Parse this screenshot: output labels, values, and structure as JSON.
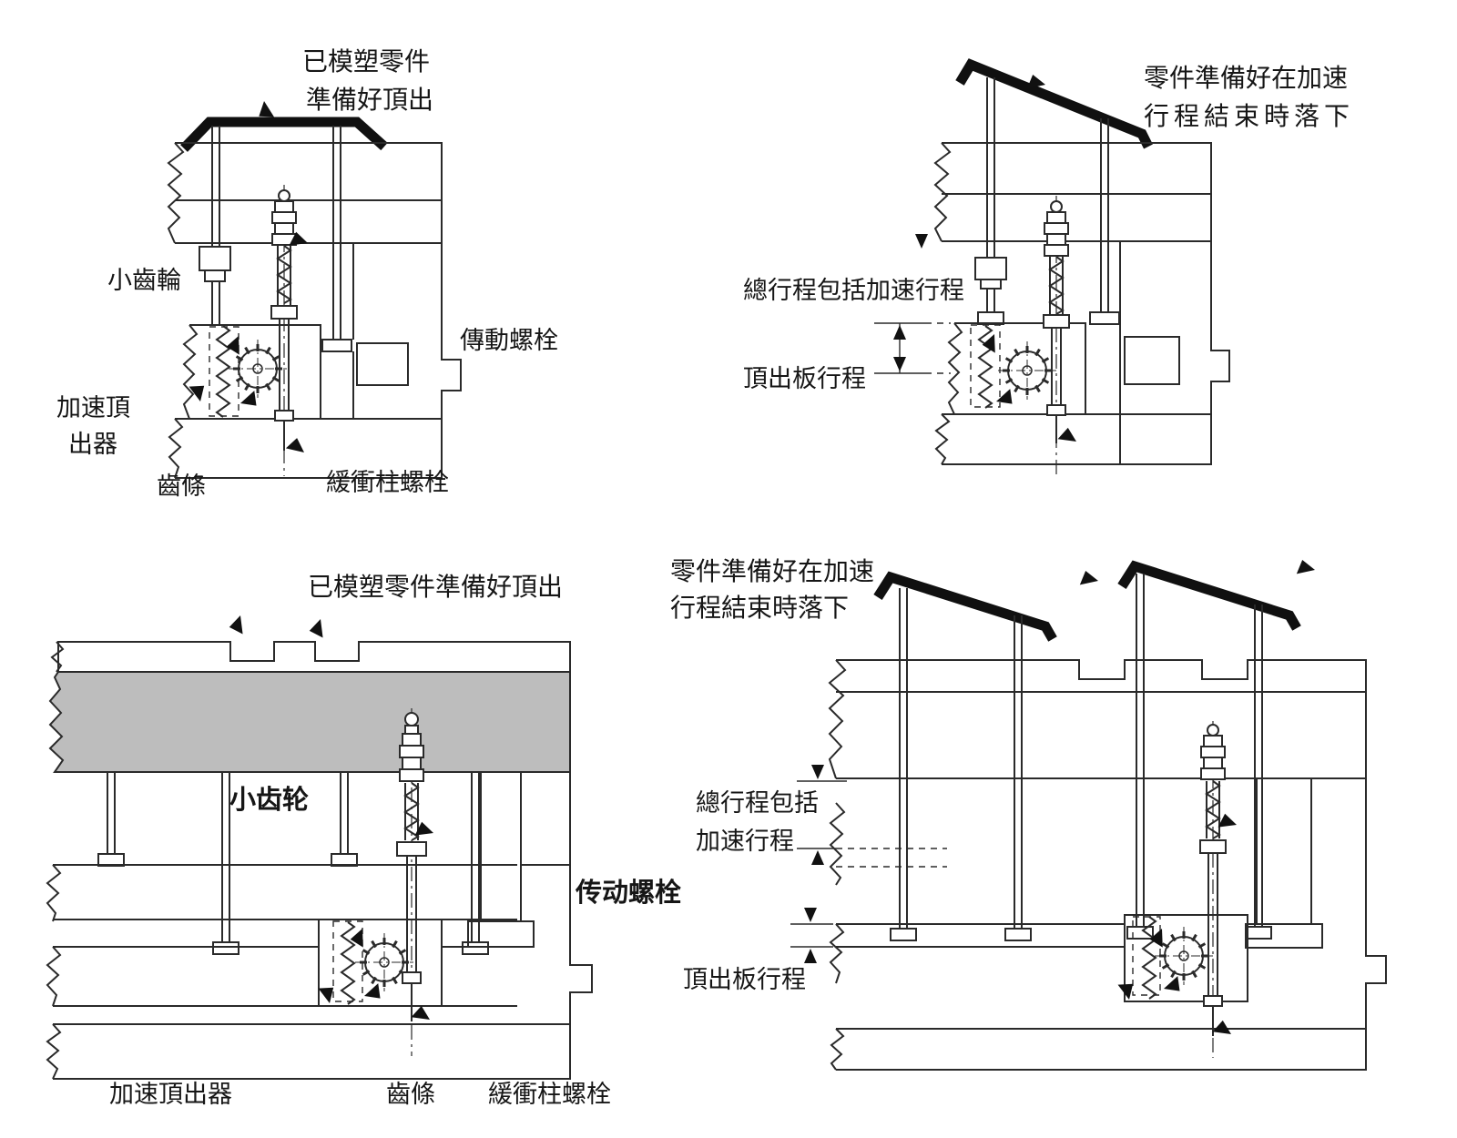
{
  "colors": {
    "line": "#2a2a2a",
    "part_black": "#111111",
    "plate_gray": "#bdbdbd",
    "background": "#ffffff"
  },
  "diagrams": {
    "top_left": {
      "title_line1": "已模塑零件",
      "title_line2": "準備好頂出",
      "label_pinion": "小齒輪",
      "label_drive_bolt": "傳動螺栓",
      "label_accelerated_ejector_line1": "加速頂",
      "label_accelerated_ejector_line2": "出器",
      "label_rack": "齒條",
      "label_buffer_post_bolt": "緩衝柱螺栓"
    },
    "top_right": {
      "title_line1": "零件準備好在加速",
      "title_line2": "行程結束時落下",
      "label_total_stroke": "總行程包括加速行程",
      "label_ejector_plate_stroke": "頂出板行程"
    },
    "bottom_left": {
      "title": "已模塑零件準備好頂出",
      "label_pinion": "小齿轮",
      "label_drive_bolt": "传动螺栓",
      "label_accelerated_ejector": "加速頂出器",
      "label_rack": "齒條",
      "label_buffer_post_bolt": "緩衝柱螺栓"
    },
    "bottom_right": {
      "title_line1": "零件準備好在加速",
      "title_line2": "行程結束時落下",
      "label_total_stroke_line1": "總行程包括",
      "label_total_stroke_line2": "加速行程",
      "label_ejector_plate_stroke": "頂出板行程"
    }
  }
}
